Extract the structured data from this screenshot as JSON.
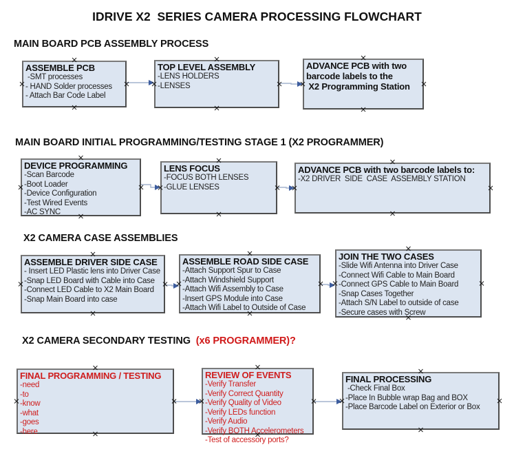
{
  "title": "IDRIVE X2  SERIES CAMERA PROCESSING FLOWCHART",
  "colors": {
    "box_fill": "#dce5f1",
    "box_border": "#4d4d4d",
    "red_text": "#cf1d1d",
    "black_text": "#111111",
    "connector_line": "#a3b3cd",
    "connector_arrowhead": "#3d5d9e",
    "handle_mark": "#1a1a1a"
  },
  "sections": [
    {
      "heading": "MAIN BOARD PCB ASSEMBLY PROCESS",
      "boxes": [
        {
          "title": "ASSEMBLE PCB",
          "color": "black",
          "items": [
            " -SMT processes",
            "- HAND Solder processes",
            "- Attach Bar Code Label"
          ]
        },
        {
          "title": "TOP LEVEL ASSEMBLY",
          "color": "black",
          "items": [
            "-LENS HOLDERS",
            "-LENSES"
          ]
        },
        {
          "title": "ADVANCE PCB with two barcode labels to the\n X2 Programming Station",
          "color": "black",
          "items": []
        }
      ]
    },
    {
      "heading": "MAIN BOARD INITIAL PROGRAMMING/TESTING STAGE 1 (X2 PROGRAMMER)",
      "boxes": [
        {
          "title": "DEVICE PROGRAMMING",
          "color": "black",
          "items": [
            "-Scan Barcode",
            "-Boot Loader",
            "-Device Configuration",
            "-Test Wired Events",
            "-AC SYNC"
          ]
        },
        {
          "title": "LENS FOCUS",
          "color": "black",
          "items": [
            "-FOCUS BOTH LENSES",
            "-GLUE LENSES"
          ]
        },
        {
          "title": "ADVANCE PCB with two barcode labels to:",
          "color": "black",
          "items": [
            "-X2 DRIVER  SIDE  CASE  ASSEMBLY STATION"
          ]
        }
      ]
    },
    {
      "heading": "X2 CAMERA CASE ASSEMBLIES",
      "boxes": [
        {
          "title": "ASSEMBLE DRIVER SIDE CASE",
          "color": "black",
          "items": [
            "- Insert LED Plastic lens into Driver Case",
            "-Snap LED Board with Cable into Case",
            "-Connect LED Cable to X2 Main Board",
            "-Snap Main Board into case"
          ]
        },
        {
          "title": "ASSEMBLE ROAD SIDE CASE",
          "color": "black",
          "items": [
            "-Attach Support Spur to Case",
            "-Attach Windshield Support",
            "-Attach Wifi Assembly to Case",
            "-Insert GPS Module into Case",
            "-Attach Wifi Label to Outside of Case"
          ]
        },
        {
          "title": "JOIN THE TWO CASES",
          "color": "black",
          "items": [
            "-Slide Wifi Antenna into Driver Case",
            "-Connect Wifi Cable to Main Board",
            "-Connect GPS Cable to Main Board",
            "-Snap Cases Together",
            "-Attach S/N Label to outside of case",
            "-Secure cases with Screw"
          ]
        }
      ]
    },
    {
      "heading": "X2 CAMERA SECONDARY TESTING  ",
      "heading_suffix": "(x6 PROGRAMMER)?",
      "boxes": [
        {
          "title": "FINAL PROGRAMMING / TESTING",
          "color": "red",
          "items": [
            "-need",
            "-to",
            "-know",
            "-what",
            "-goes",
            "-here"
          ]
        },
        {
          "title": "REVIEW OF EVENTS",
          "color": "red",
          "items": [
            "-Verify Transfer",
            "-Verify Correct Quantity",
            "-Verify Quality of Video",
            "-Verify LEDs function",
            "-Verify Audio",
            "-Verify BOTH Accelerometers",
            "-Test of accessory ports?"
          ]
        },
        {
          "title": "FINAL PROCESSING",
          "color": "black",
          "items": [
            " -Check Final Box",
            "-Place In Bubble wrap Bag and BOX",
            "-Place Barcode Label on Exterior or Box"
          ]
        }
      ]
    }
  ]
}
